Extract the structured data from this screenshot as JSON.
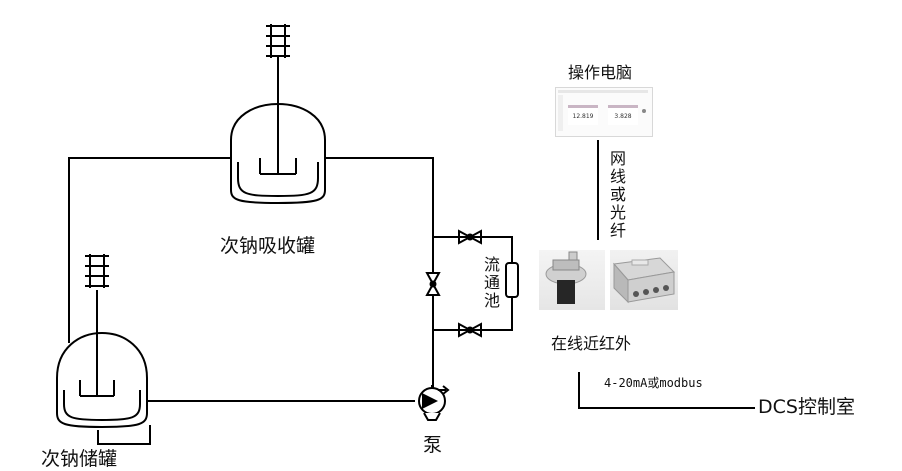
{
  "labels": {
    "absorber": "次钠吸收罐",
    "storage": "次钠储罐",
    "pump": "泵",
    "flow_cell": "流通池",
    "computer": "操作电脑",
    "network": "网线或光纤",
    "nir_online": "在线近红外",
    "signal": "4-20mA或modbus",
    "dcs": "DCS控制室"
  },
  "computer_screen": {
    "value_1": "12.819",
    "value_2": "3.828"
  },
  "colors": {
    "line": "#000000",
    "background": "#ffffff"
  },
  "icons": [
    "motor-icon",
    "agitator-icon",
    "check-valve-icon",
    "pump-icon",
    "flow-cell-icon",
    "analyzer-photo-icon",
    "computer-screen-icon"
  ]
}
